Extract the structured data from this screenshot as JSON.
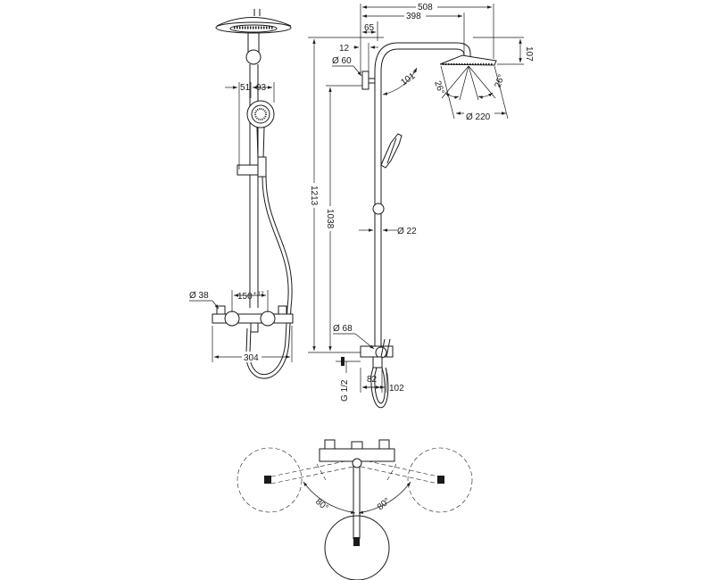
{
  "front_view": {
    "dim_51": "51",
    "dim_93": "93",
    "dim_diam_38": "Ø 38",
    "dim_150": "150",
    "dim_150_tol": "± 12",
    "dim_304": "304"
  },
  "side_view": {
    "dim_508": "508",
    "dim_398": "398",
    "dim_65": "65",
    "dim_12": "12",
    "dim_107": "107",
    "dim_diam_60": "Ø 60",
    "angle_101": "101°",
    "angle_26_left": "26°",
    "angle_26_right": "26°",
    "dim_diam_220": "Ø 220",
    "dim_1213": "1213",
    "dim_1038": "1038",
    "dim_diam_22": "Ø 22",
    "dim_diam_68": "Ø 68",
    "dim_g12": "G 1/2",
    "dim_82": "82",
    "dim_102": "102"
  },
  "top_view": {
    "angle_left": "80°",
    "angle_right": "80°"
  }
}
